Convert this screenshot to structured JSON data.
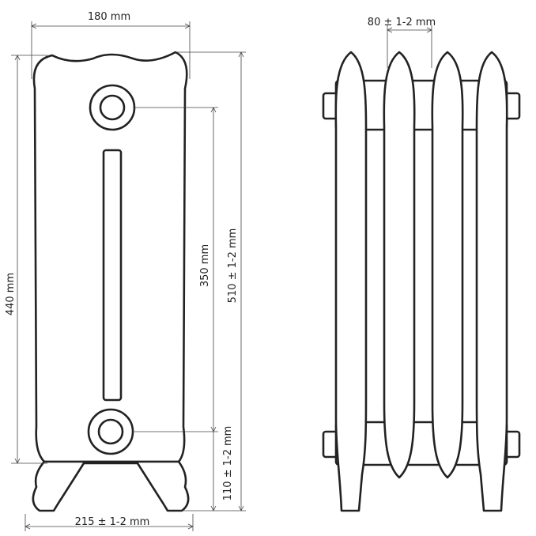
{
  "dimensions": {
    "top_width": "180 mm",
    "bottom_width": "215 ± 1-2 mm",
    "body_height": "440 mm",
    "connection_center": "350 mm",
    "total_height": "510 ± 1-2 mm",
    "leg_height": "110 ± 1-2 mm",
    "section_pitch": "80 ± 1-2 mm"
  },
  "colors": {
    "line": "#222222",
    "background": "#ffffff"
  }
}
